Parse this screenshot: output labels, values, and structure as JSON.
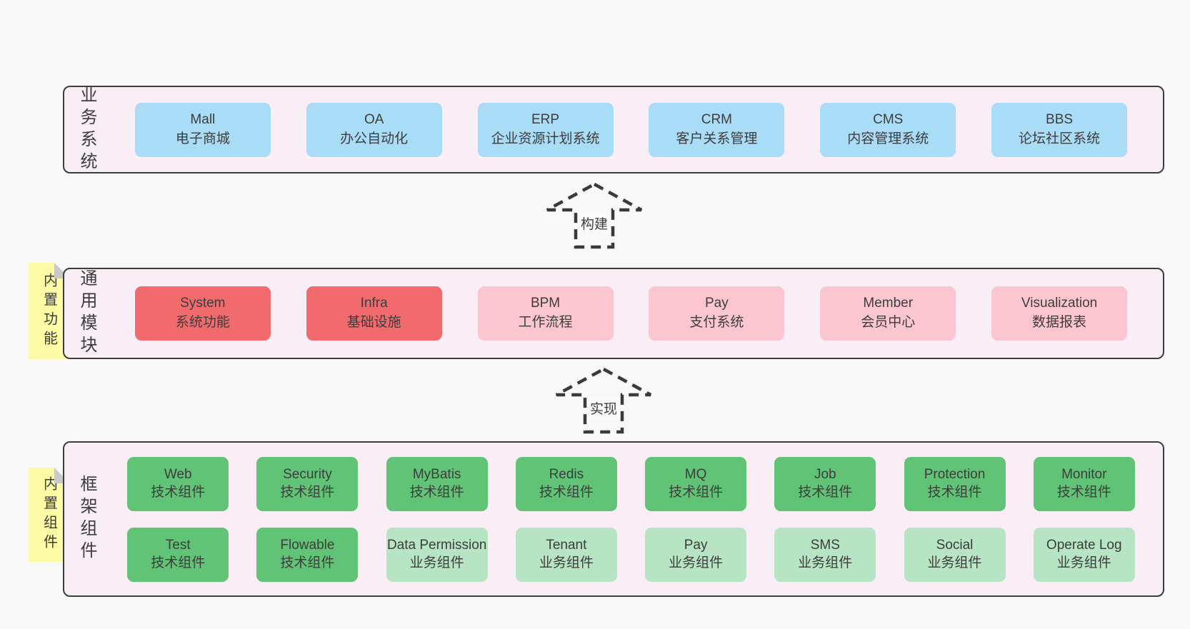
{
  "colors": {
    "page-bg": "#f8f8f8",
    "panel-bg": "#f9edf6",
    "panel-border": "#3d3d3d",
    "blue": "#a9dcf6",
    "red": "#f16b6e",
    "pink": "#fbc6d0",
    "green": "#60c375",
    "green-light": "#b7e4c2",
    "note-yellow": "#fbfaa5",
    "note-fold": "#c9c9c9",
    "text": "#3d3d3d"
  },
  "arrows": [
    {
      "label": "构建"
    },
    {
      "label": "实现"
    }
  ],
  "layers": [
    {
      "label": "业务系统",
      "boxes": [
        {
          "name": "Mall",
          "desc": "电子商城",
          "variant": "blue"
        },
        {
          "name": "OA",
          "desc": "办公自动化",
          "variant": "blue"
        },
        {
          "name": "ERP",
          "desc": "企业资源计划系统",
          "variant": "blue"
        },
        {
          "name": "CRM",
          "desc": "客户关系管理",
          "variant": "blue"
        },
        {
          "name": "CMS",
          "desc": "内容管理系统",
          "variant": "blue"
        },
        {
          "name": "BBS",
          "desc": "论坛社区系统",
          "variant": "blue"
        }
      ]
    },
    {
      "label": "通用模块",
      "note": "内置功能",
      "boxes": [
        {
          "name": "System",
          "desc": "系统功能",
          "variant": "red"
        },
        {
          "name": "Infra",
          "desc": "基础设施",
          "variant": "red"
        },
        {
          "name": "BPM",
          "desc": "工作流程",
          "variant": "pink"
        },
        {
          "name": "Pay",
          "desc": "支付系统",
          "variant": "pink"
        },
        {
          "name": "Member",
          "desc": "会员中心",
          "variant": "pink"
        },
        {
          "name": "Visualization",
          "desc": "数据报表",
          "variant": "pink"
        }
      ]
    },
    {
      "label": "框架组件",
      "note": "内置组件",
      "rows": [
        [
          {
            "name": "Web",
            "desc": "技术组件",
            "variant": "green"
          },
          {
            "name": "Security",
            "desc": "技术组件",
            "variant": "green"
          },
          {
            "name": "MyBatis",
            "desc": "技术组件",
            "variant": "green"
          },
          {
            "name": "Redis",
            "desc": "技术组件",
            "variant": "green"
          },
          {
            "name": "MQ",
            "desc": "技术组件",
            "variant": "green"
          },
          {
            "name": "Job",
            "desc": "技术组件",
            "variant": "green"
          },
          {
            "name": "Protection",
            "desc": "技术组件",
            "variant": "green"
          },
          {
            "name": "Monitor",
            "desc": "技术组件",
            "variant": "green"
          }
        ],
        [
          {
            "name": "Test",
            "desc": "技术组件",
            "variant": "green"
          },
          {
            "name": "Flowable",
            "desc": "技术组件",
            "variant": "green"
          },
          {
            "name": "Data Permission",
            "desc": "业务组件",
            "variant": "green-light"
          },
          {
            "name": "Tenant",
            "desc": "业务组件",
            "variant": "green-light"
          },
          {
            "name": "Pay",
            "desc": "业务组件",
            "variant": "green-light"
          },
          {
            "name": "SMS",
            "desc": "业务组件",
            "variant": "green-light"
          },
          {
            "name": "Social",
            "desc": "业务组件",
            "variant": "green-light"
          },
          {
            "name": "Operate Log",
            "desc": "业务组件",
            "variant": "green-light"
          }
        ]
      ]
    }
  ]
}
